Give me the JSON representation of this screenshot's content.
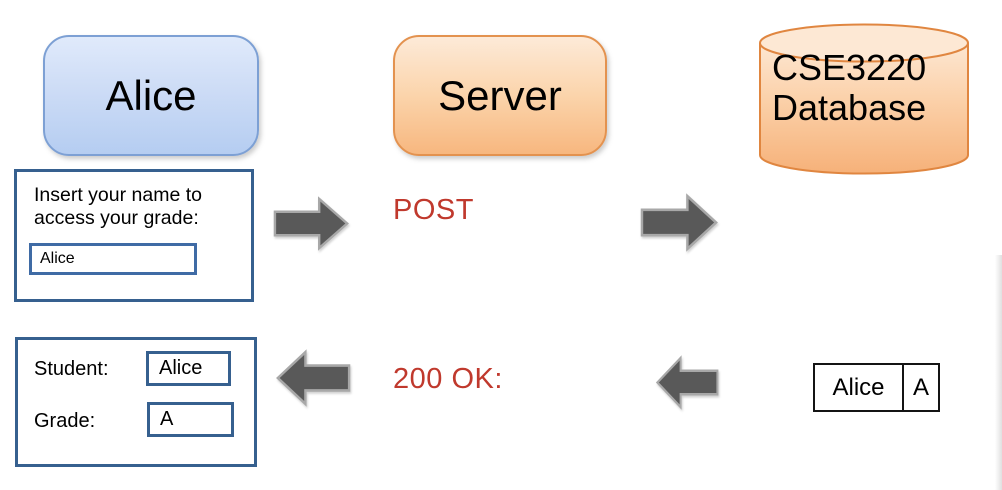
{
  "diagram": {
    "client": {
      "label": "Alice"
    },
    "server": {
      "label": "Server"
    },
    "database": {
      "label": "CSE3220 Database"
    },
    "request_form": {
      "prompt": "Insert your name to access your grade:",
      "name_input_value": "Alice"
    },
    "messages": {
      "request_label": "POST",
      "response_label": "200 OK:"
    },
    "response_form": {
      "student_label": "Student:",
      "student_value": "Alice",
      "grade_label": "Grade:",
      "grade_value": "A"
    },
    "database_record": {
      "name": "Alice",
      "grade": "A"
    },
    "arrows": [
      {
        "name": "client-to-server-arrow",
        "direction": "right"
      },
      {
        "name": "server-to-database-arrow",
        "direction": "right"
      },
      {
        "name": "server-to-client-arrow",
        "direction": "left"
      },
      {
        "name": "database-to-server-arrow",
        "direction": "left"
      }
    ],
    "colors": {
      "client_border": "#7da0d4",
      "server_border": "#e3924f",
      "form_border": "#36608f",
      "message_text": "#c0392d",
      "arrow_fill": "#595959",
      "arrow_outline": "#a8a8a8"
    }
  }
}
